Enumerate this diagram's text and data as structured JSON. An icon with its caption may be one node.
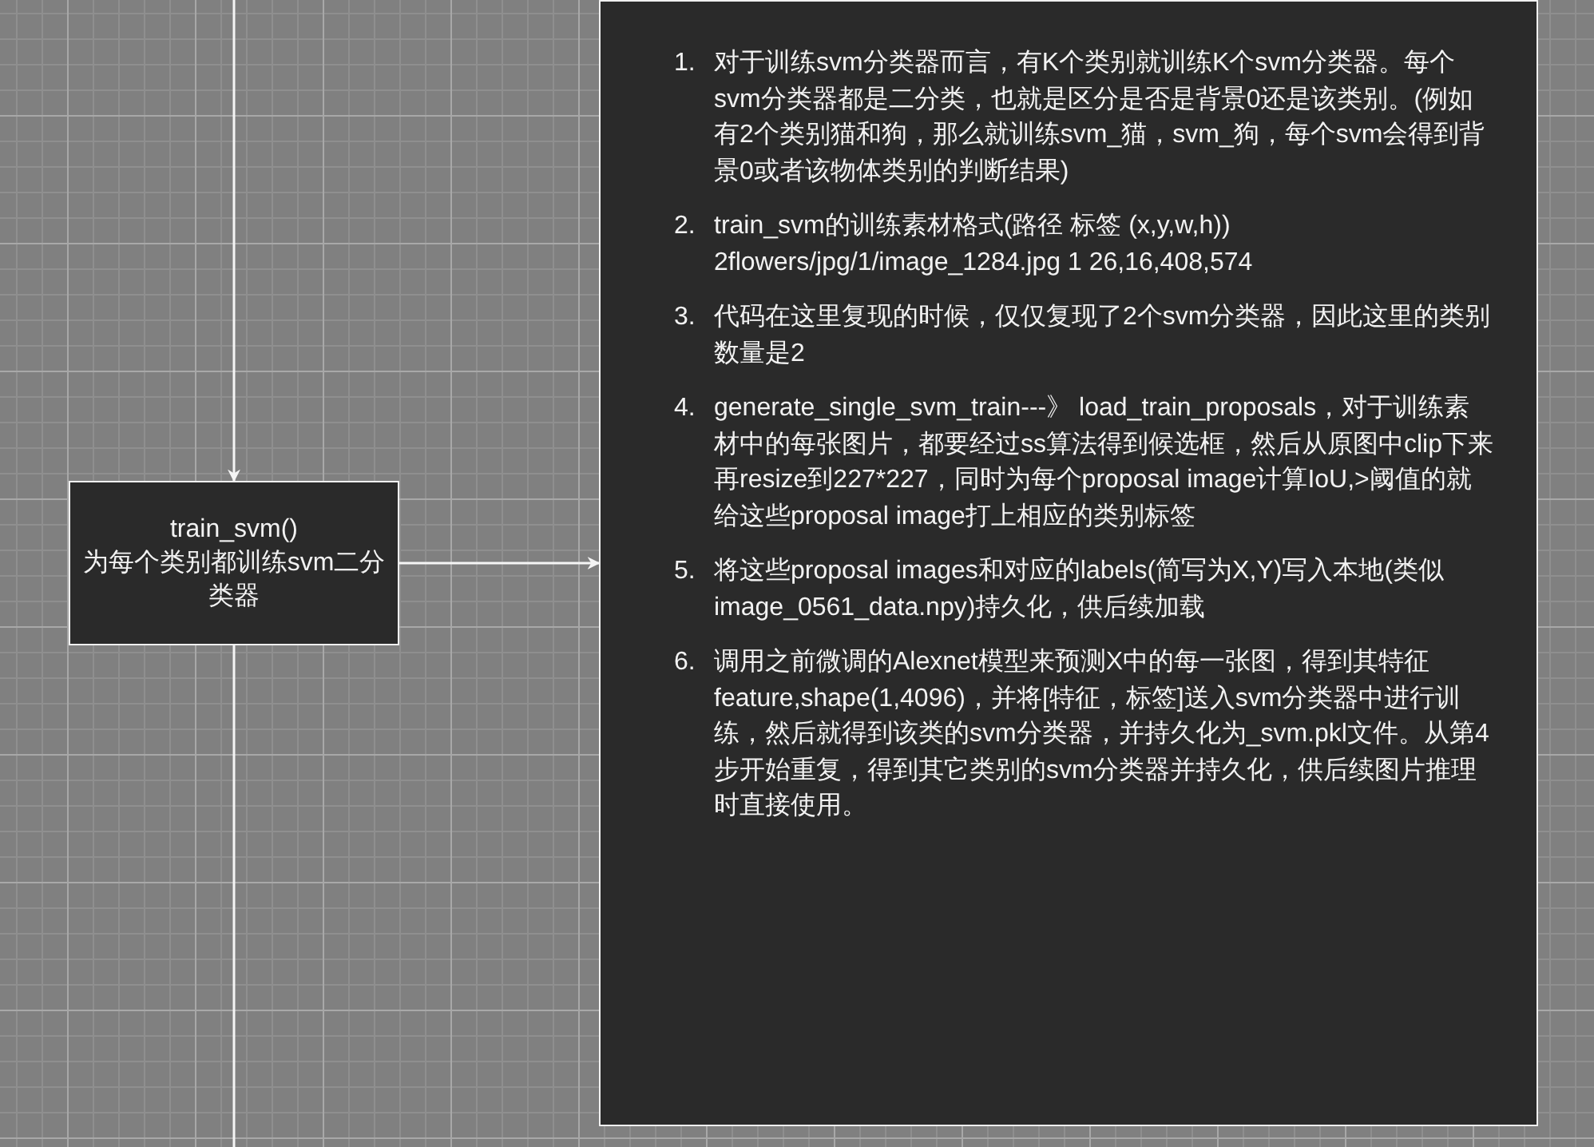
{
  "diagram": {
    "nodes": [
      {
        "text": [
          "train_svm()",
          "为每个类别都训练svm二分类器"
        ]
      },
      {
        "text": [
          "1.",
          "对于训练svm分类器而言，有K个类别就训练K个svm分类器。每个svm分类器都是二分类，也就是区分是否是背景0还是该类别。(例如有2个类别猫和狗，那么就训练svm_猫，svm_狗，每个svm会得到背景0或者该物体类别的判断结果)",
          "2.",
          "train_svm的训练素材格式(路径 标签 (x,y,w,h)) 2flowers/jpg/1/image_1284.jpg 1 26,16,408,574",
          "3.",
          "代码在这里复现的时候，仅仅复现了2个svm分类器，因此这里的类别数量是2",
          "4.",
          "generate_single_svm_train---》 load_train_proposals，对于训练素材中的每张图片，都要经过ss算法得到候选框，然后从原图中clip下来再resize到227*227，同时为每个proposal image计算IoU,>阈值的就给这些proposal image打上相应的类别标签",
          "5.",
          "将这些proposal images和对应的labels(简写为X,Y)写入本地(类似image_0561_data.npy)持久化，供后续加载",
          "6.",
          "调用之前微调的Alexnet模型来预测X中的每一张图，得到其特征feature,shape(1,4096)，并将[特征，标签]送入svm分类器中进行训练，然后就得到该类的svm分类器，并持久化为_svm.pkl文件。从第4步开始重复，得到其它类别的svm分类器并持久化，供后续图片推理时直接使用。"
        ]
      }
    ],
    "edges": [
      {
        "from": null,
        "to": 0,
        "arrow": "to"
      },
      {
        "from": 0,
        "to": null,
        "arrow": "none"
      },
      {
        "from": 0,
        "to": 1,
        "arrow": "to"
      }
    ]
  }
}
